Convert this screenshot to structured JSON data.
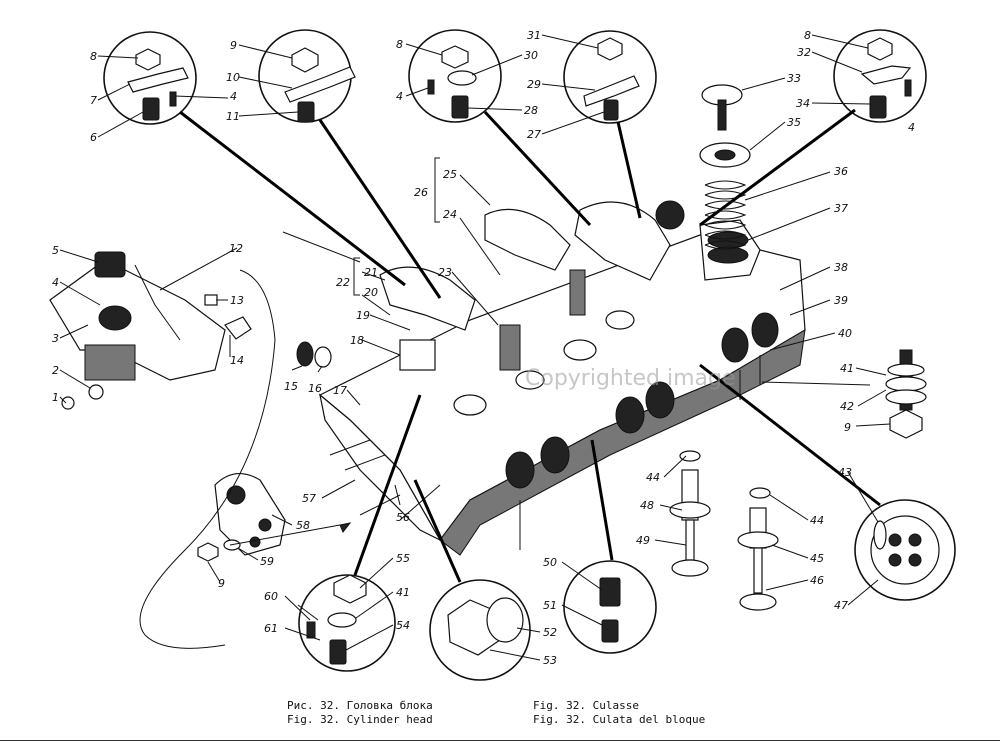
{
  "watermark": "Copyrighted image",
  "captions": {
    "ru": "Рис. 32. Головка блока",
    "en": "Fig. 32. Cylinder head",
    "fr": "Fig. 32. Culasse",
    "es": "Fig. 32. Culata del bloque"
  },
  "callouts": {
    "n1": "1",
    "n2": "2",
    "n3": "3",
    "n4a": "4",
    "n4b": "4",
    "n4c": "4",
    "n4d": "4",
    "n5": "5",
    "n6": "6",
    "n7": "7",
    "n8a": "8",
    "n8b": "8",
    "n8c": "8",
    "n9a": "9",
    "n9b": "9",
    "n9c": "9",
    "n10": "10",
    "n11": "11",
    "n12": "12",
    "n13": "13",
    "n14": "14",
    "n15": "15",
    "n16": "16",
    "n17": "17",
    "n18": "18",
    "n19": "19",
    "n20": "20",
    "n21": "21",
    "n22": "22",
    "n23": "23",
    "n24": "24",
    "n25": "25",
    "n26": "26",
    "n27": "27",
    "n28": "28",
    "n29": "29",
    "n30": "30",
    "n31": "31",
    "n32": "32",
    "n33": "33",
    "n34": "34",
    "n35": "35",
    "n36": "36",
    "n37": "37",
    "n38": "38",
    "n39": "39",
    "n40": "40",
    "n41a": "41",
    "n41b": "41",
    "n42": "42",
    "n43": "43",
    "n44a": "44",
    "n44b": "44",
    "n45": "45",
    "n46": "46",
    "n47": "47",
    "n48": "48",
    "n49": "49",
    "n50": "50",
    "n51": "51",
    "n52": "52",
    "n53": "53",
    "n54": "54",
    "n55": "55",
    "n56": "56",
    "n57": "57",
    "n58": "58",
    "n59": "59",
    "n60": "60",
    "n61": "61"
  }
}
